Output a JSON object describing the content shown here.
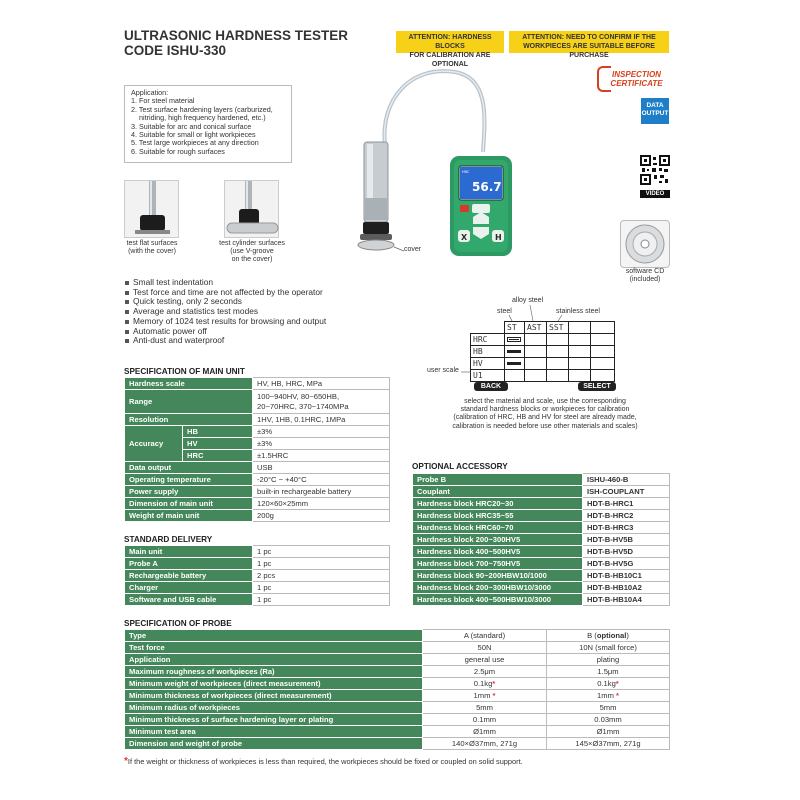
{
  "header": {
    "title_line1": "ULTRASONIC HARDNESS TESTER",
    "title_line2": "CODE ISHU-330",
    "attention1_line1": "ATTENTION: HARDNESS BLOCKS",
    "attention1_line2": "FOR CALIBRATION ARE OPTIONAL",
    "attention2_line1": "ATTENTION: NEED TO CONFIRM IF THE",
    "attention2_line2": "WORKPIECES ARE SUITABLE BEFORE PURCHASE"
  },
  "badges": {
    "inspection_line1": "INSPECTION",
    "inspection_line2": "CERTIFICATE",
    "data_line1": "DATA",
    "data_line2": "OUTPUT",
    "video": "VIDEO",
    "cd_line1": "software CD",
    "cd_line2": "(included)"
  },
  "application": {
    "heading": "Application:",
    "lines": [
      "1. For steel material",
      "2. Test surface hardening layers (carburized,",
      "    nitriding, high frequency hardened, etc.)",
      "3. Suitable for arc and conical surface",
      "4. Suitable for small or light workpieces",
      "5. Test large workpieces at any direction",
      "6. Suitable for rough surfaces"
    ]
  },
  "captions": {
    "flat_line1": "test flat surfaces",
    "flat_line2": "(with the cover)",
    "cyl_line1": "test cylinder surfaces",
    "cyl_line2": "(use V-groove",
    "cyl_line3": "on the cover)",
    "cover": "cover"
  },
  "device": {
    "reading": "56.7",
    "btn_x": "X",
    "btn_h": "H"
  },
  "features": [
    "Small test indentation",
    "Test force and time are not affected by the operator",
    "Quick testing, only 2 seconds",
    "Average and statistics test modes",
    "Memory of 1024 test results for browsing and output",
    "Automatic power off",
    "Anti-dust and waterproof"
  ],
  "screen": {
    "label_alloy": "alloy steel",
    "label_steel": "steel",
    "label_stainless": "stainless steel",
    "label_user": "user scale",
    "cols": [
      "ST",
      "AST",
      "SST"
    ],
    "rows": [
      "HRC",
      "HB",
      "HV",
      "U1"
    ],
    "back": "BACK",
    "select": "SELECT",
    "note": [
      "select the material and scale, use the corresponding",
      "standard hardness blocks or workpieces for calibration",
      "(calibration of HRC, HB and HV for steel are already made,",
      "calibration is needed before use other materials and scales)"
    ]
  },
  "main_spec": {
    "title": "SPECIFICATION OF MAIN UNIT",
    "hardness_scale_k": "Hardness scale",
    "hardness_scale_v": "HV, HB, HRC, MPa",
    "range_k": "Range",
    "range_v1": "100~940HV, 80~650HB,",
    "range_v2": "20~70HRC, 370~1740MPa",
    "resolution_k": "Resolution",
    "resolution_v": "1HV, 1HB, 0.1HRC, 1MPa",
    "accuracy_k": "Accuracy",
    "acc_hb_k": "HB",
    "acc_hb_v": "±3%",
    "acc_hv_k": "HV",
    "acc_hv_v": "±3%",
    "acc_hrc_k": "HRC",
    "acc_hrc_v": "±1.5HRC",
    "data_output_k": "Data output",
    "data_output_v": "USB",
    "op_temp_k": "Operating temperature",
    "op_temp_v": "-20°C ~ +40°C",
    "power_k": "Power supply",
    "power_v": "built-in rechargeable battery",
    "dim_k": "Dimension of main unit",
    "dim_v": "120×60×25mm",
    "weight_k": "Weight of main unit",
    "weight_v": "200g"
  },
  "delivery": {
    "title": "STANDARD DELIVERY",
    "rows": [
      {
        "k": "Main unit",
        "v": "1 pc"
      },
      {
        "k": "Probe A",
        "v": "1 pc"
      },
      {
        "k": "Rechargeable battery",
        "v": "2 pcs"
      },
      {
        "k": "Charger",
        "v": "1 pc"
      },
      {
        "k": "Software and USB cable",
        "v": "1 pc"
      }
    ]
  },
  "accessory": {
    "title": "OPTIONAL ACCESSORY",
    "rows": [
      {
        "k": "Probe B",
        "v": "ISHU-460-B"
      },
      {
        "k": "Couplant",
        "v": "ISH-COUPLANT"
      },
      {
        "k": "Hardness block HRC20~30",
        "v": "HDT-B-HRC1"
      },
      {
        "k": "Hardness block HRC35~55",
        "v": "HDT-B-HRC2"
      },
      {
        "k": "Hardness block HRC60~70",
        "v": "HDT-B-HRC3"
      },
      {
        "k": "Hardness block 200~300HV5",
        "v": "HDT-B-HV5B"
      },
      {
        "k": "Hardness block 400~500HV5",
        "v": "HDT-B-HV5D"
      },
      {
        "k": "Hardness block 700~750HV5",
        "v": "HDT-B-HV5G"
      },
      {
        "k": "Hardness block 90~200HBW10/1000",
        "v": "HDT-B-HB10C1"
      },
      {
        "k": "Hardness block 200~300HBW10/3000",
        "v": "HDT-B-HB10A2"
      },
      {
        "k": "Hardness block 400~500HBW10/3000",
        "v": "HDT-B-HB10A4"
      }
    ]
  },
  "probe": {
    "title": "SPECIFICATION OF PROBE",
    "type_k": "Type",
    "type_a": "A (standard)",
    "type_b_pre": "B (",
    "type_b_opt": "optional",
    "type_b_post": ")",
    "rows": [
      {
        "k": "Test force",
        "a": "50N",
        "b": "10N (small force)"
      },
      {
        "k": "Application",
        "a": "general use",
        "b": "plating"
      },
      {
        "k": "Maximum roughness of workpieces (Ra)",
        "a": "2.5μm",
        "b": "1.5μm"
      },
      {
        "k": "Minimum weight of workpieces (direct measurement)",
        "a": "0.1kg",
        "b": "0.1kg"
      },
      {
        "k": "Minimum thickness of workpieces (direct measurement)",
        "a": "1mm",
        "b": "1mm"
      },
      {
        "k": "Minimum radius of workpieces",
        "a": "5mm",
        "b": "5mm"
      },
      {
        "k": "Minimum thickness of surface hardening layer or plating",
        "a": "0.1mm",
        "b": "0.03mm"
      },
      {
        "k": "Minimum test area",
        "a": "Ø1mm",
        "b": "Ø1mm"
      },
      {
        "k": "Dimension and weight of probe",
        "a": "140×Ø37mm, 271g",
        "b": "145×Ø37mm, 271g"
      }
    ],
    "star": "*",
    "footnote": "If the weight or thickness of workpieces is less than required, the workpieces should be fixed or coupled on solid support."
  }
}
